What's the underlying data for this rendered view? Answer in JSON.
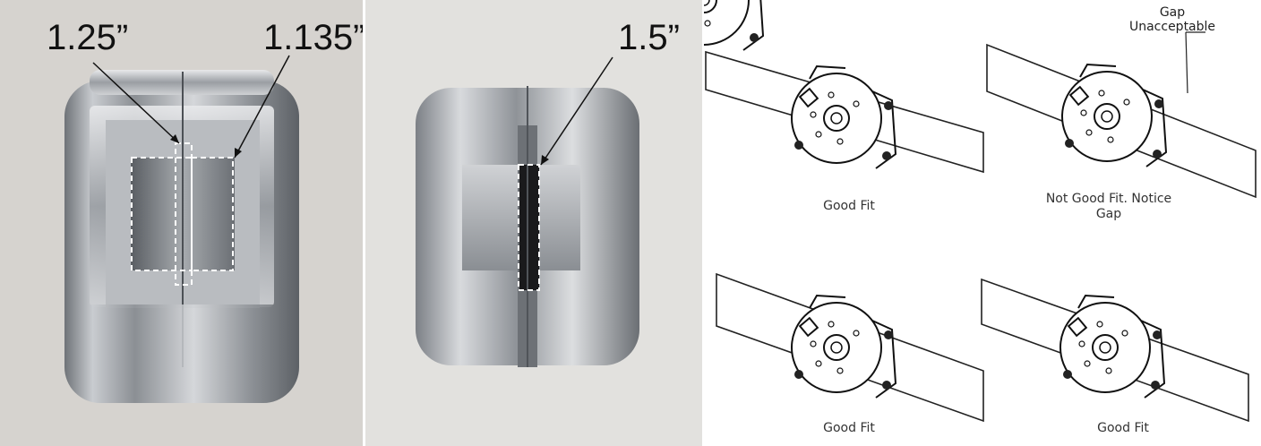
{
  "photo_left": {
    "label_a": "1.25”",
    "label_b": "1.135”"
  },
  "photo_mid": {
    "label": "1.5”"
  },
  "diagram": {
    "callout": [
      "Gap",
      "Unacceptable"
    ],
    "captions": {
      "top_left": "Good Fit",
      "top_right_line1": "Not Good Fit.  Notice",
      "top_right_line2": "Gap",
      "bottom_left": "Good Fit",
      "bottom_right": "Good Fit"
    }
  }
}
